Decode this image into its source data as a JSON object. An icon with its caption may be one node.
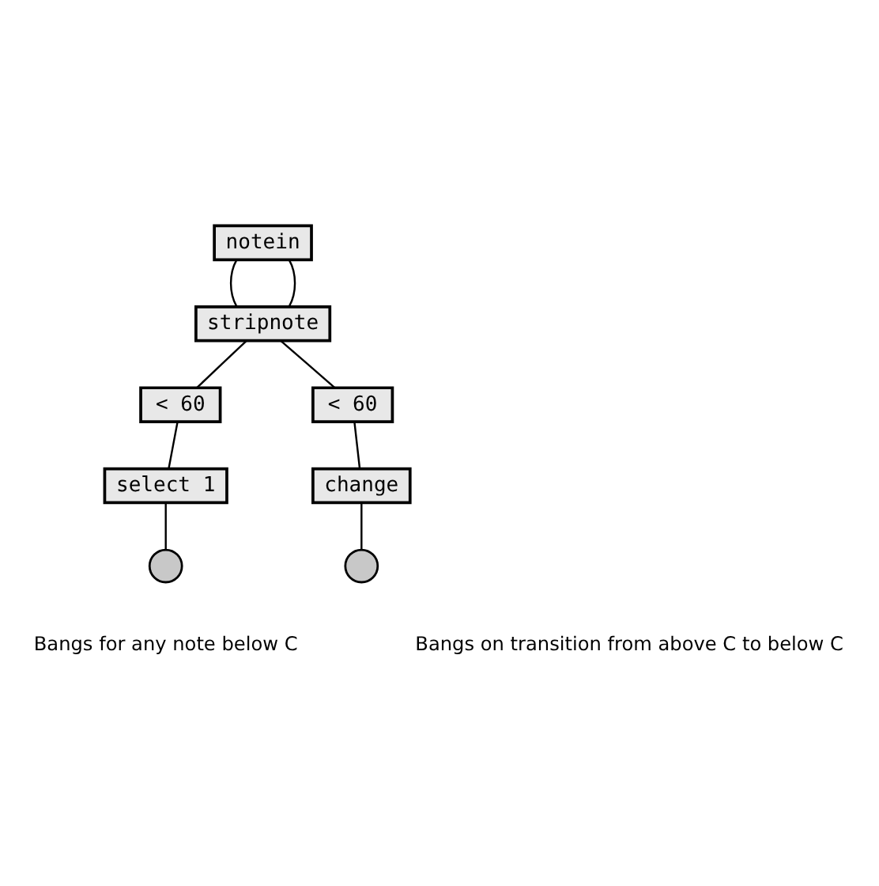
{
  "diagram": {
    "nodes": [
      {
        "text": [
          "notein"
        ]
      },
      {
        "text": [
          "stripnote"
        ]
      },
      {
        "text": [
          "< 60"
        ]
      },
      {
        "text": [
          "< 60"
        ]
      },
      {
        "text": [
          "select 1"
        ]
      },
      {
        "text": [
          "change"
        ]
      },
      {
        "text": [],
        "shape": "circle"
      },
      {
        "text": [],
        "shape": "circle"
      }
    ],
    "edges": [
      {
        "from": 0,
        "to": 1,
        "arrow": "none"
      },
      {
        "from": 0,
        "to": 1,
        "arrow": "none"
      },
      {
        "from": 1,
        "to": 2,
        "arrow": "none"
      },
      {
        "from": 1,
        "to": 3,
        "arrow": "none"
      },
      {
        "from": 2,
        "to": 4,
        "arrow": "none"
      },
      {
        "from": 3,
        "to": 5,
        "arrow": "none"
      },
      {
        "from": 4,
        "to": 6,
        "arrow": "none"
      },
      {
        "from": 5,
        "to": 7,
        "arrow": "none"
      }
    ],
    "labels": [
      "Bangs for any note below C",
      "Bangs on transition from above C to below C"
    ]
  }
}
